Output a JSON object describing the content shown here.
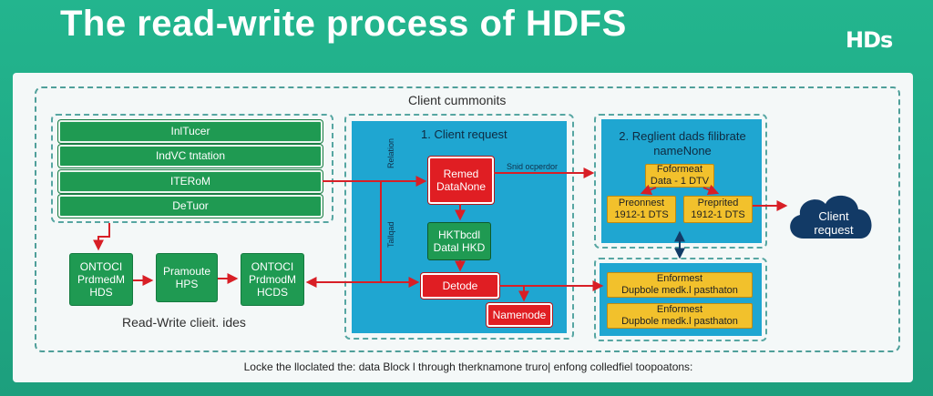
{
  "title": "The read-write process of HDFS",
  "logo": "HDs",
  "client_components_label": "Client cummonits",
  "left_stack": {
    "bars": [
      "InlTucer",
      "IndVC tntation",
      "ITERoM",
      "DeTuor"
    ]
  },
  "left_boxes": [
    {
      "label": "ONTOCI\nPrdmedM\nHDS"
    },
    {
      "label": "Pramoute\nHPS"
    },
    {
      "label": "ONTOCI\nPrdmodM\nHCDS"
    }
  ],
  "read_write_label": "Read-Write clieit. ides",
  "middle": {
    "heading": "1. Client request",
    "side_label_1": "Snid ocperdor",
    "side_label_2": "Relation",
    "side_label_3": "Tallqad",
    "red_box_1": "Remed\nDataNone",
    "green_box": "HKTbcdl\nDatal HKD",
    "red_box_2": "Detode",
    "red_box_3": "Namenode"
  },
  "right_top": {
    "heading": "2.  Reglient dads filibrate\nnameNone",
    "yellow_top": "Foformeat\nData - 1 DTV",
    "yellow_left": "Preonnest\n1912-1 DTS",
    "yellow_right": "Preprited\n1912-1 DTS"
  },
  "right_bottom": {
    "yellow_1": "Enformest\nDupbole medk.l pasthaton",
    "yellow_2": "Enformest\nDupbole medk.l pasthaton"
  },
  "cloud": "Client\nrequest",
  "footer": "Locke the lloclated the: data Block l through therknamone truro| enfong colledfiel toopoatons:",
  "colors": {
    "background": "#23b58e",
    "green": "#1f9a52",
    "blue": "#1fa6d1",
    "red": "#e01e23",
    "yellow": "#f2c12c",
    "navy": "#123a66"
  }
}
